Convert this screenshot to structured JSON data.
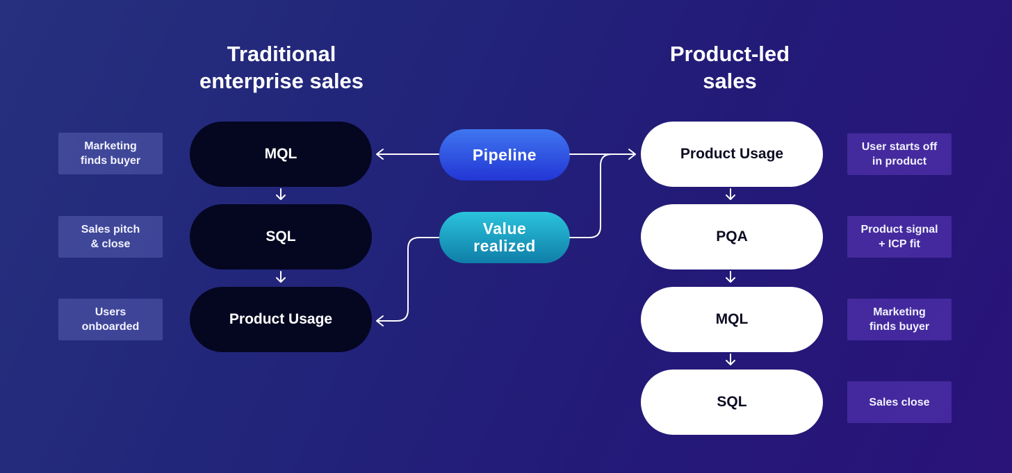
{
  "titles": {
    "traditional": "Traditional\nenterprise sales",
    "product_led": "Product-led\nsales"
  },
  "traditional": {
    "stages": [
      "MQL",
      "SQL",
      "Product Usage"
    ],
    "notes": [
      "Marketing\nfinds buyer",
      "Sales pitch\n& close",
      "Users\nonboarded"
    ]
  },
  "product_led": {
    "stages": [
      "Product Usage",
      "PQA",
      "MQL",
      "SQL"
    ],
    "notes": [
      "User starts off\nin product",
      "Product signal\n+ ICP fit",
      "Marketing\nfinds buyer",
      "Sales close"
    ]
  },
  "badges": {
    "pipeline": "Pipeline",
    "value_realized": "Value\nrealized"
  },
  "colors": {
    "background": "#231f7a",
    "dark_pill": "#050721",
    "light_pill": "#ffffff",
    "pipeline_badge": "#2f55e2",
    "value_badge": "#1aa0c4",
    "left_note": "#3f4795",
    "right_note": "#4a2ba8"
  }
}
